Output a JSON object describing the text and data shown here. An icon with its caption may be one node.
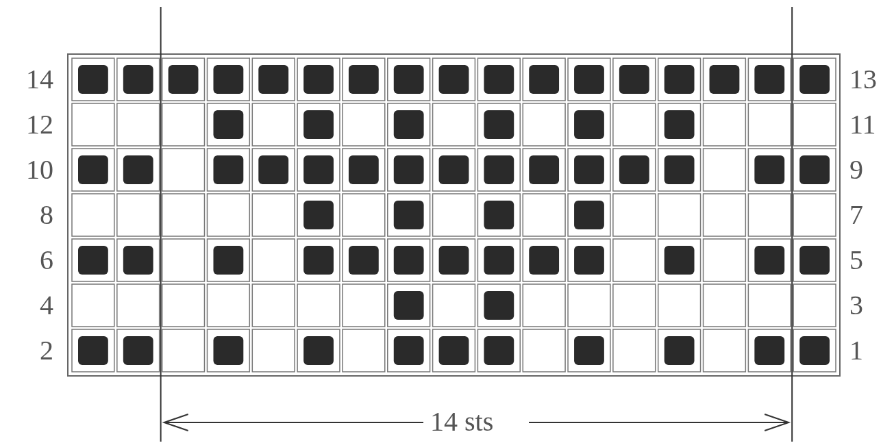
{
  "diagram": {
    "labels": [
      "14",
      "13",
      "12",
      "11",
      "10",
      "9",
      "8",
      "7",
      "6",
      "5",
      "4",
      "3",
      "2",
      "1",
      "14 sts"
    ]
  }
}
